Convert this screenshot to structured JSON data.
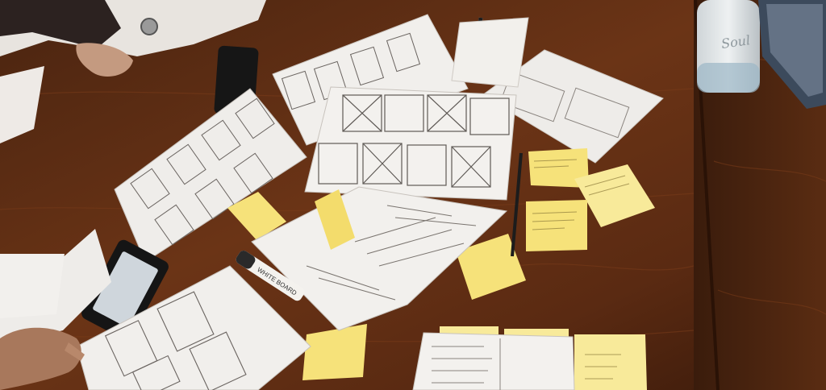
{
  "scene": {
    "subject": "design sprint workspace",
    "surface": "wooden table",
    "colors": {
      "wood_dark": "#3a1c0c",
      "wood_mid": "#6b3416",
      "wood_light": "#8a4a22",
      "paper": "#f1efec",
      "paper_shadow": "#cfcac4",
      "sketch_line": "#5f5a56",
      "sticky_yellow": "#f6e27a",
      "sticky_yellow_light": "#f8ea9a",
      "phone": "#1a1a1a",
      "skin": "#b8886b"
    },
    "marker_label": "WHITE BOARD",
    "bottle_text": "Soul"
  }
}
